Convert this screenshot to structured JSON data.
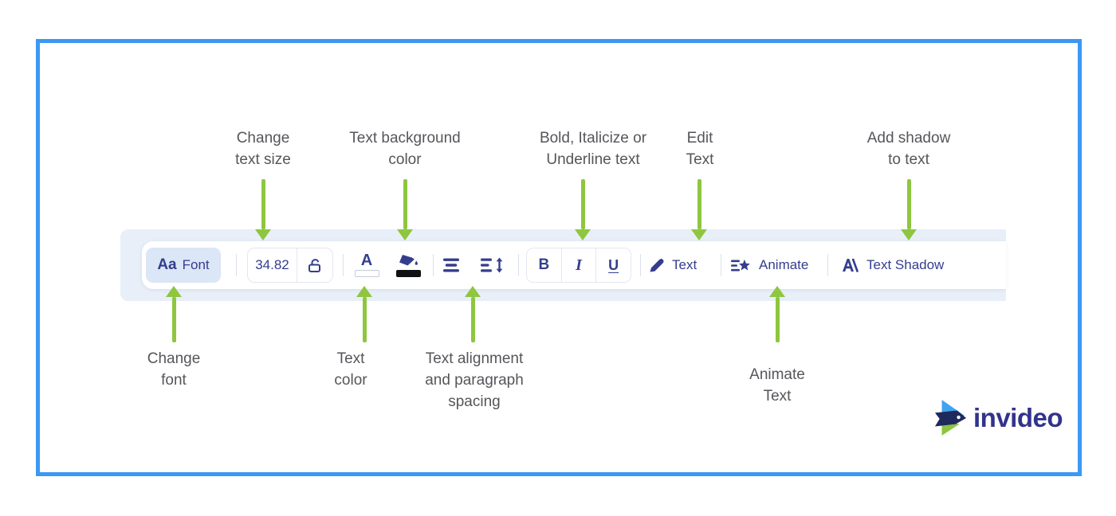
{
  "toolbar": {
    "font": {
      "icon": "Aa",
      "label": "Font"
    },
    "size": {
      "value": "34.82"
    },
    "text_color": {
      "letter": "A"
    },
    "bold": "B",
    "italic": "I",
    "underline": "U",
    "edit": {
      "label": "Text"
    },
    "animate": {
      "label": "Animate"
    },
    "shadow": {
      "label": "Text Shadow"
    }
  },
  "annotations": {
    "top": [
      "Change\ntext size",
      "Text background\ncolor",
      "Bold, Italicize or\nUnderline text",
      "Edit\nText",
      "Add shadow\nto text"
    ],
    "bottom": [
      "Change\nfont",
      "Text\ncolor",
      "Text alignment\nand paragraph\nspacing",
      "Animate\nText"
    ]
  },
  "logo": {
    "wordmark": "invideo"
  },
  "colors": {
    "frame_blue": "#3b98f4",
    "band_blue": "#e8eff9",
    "toolbar_navy": "#343d8e",
    "font_button_bg": "#dbe6f6",
    "arrow_green": "#8ec63f",
    "label_gray": "#55565a",
    "logo_navy": "#32338c",
    "swatch_black": "#101114",
    "swatch_white": "#ffffff"
  }
}
